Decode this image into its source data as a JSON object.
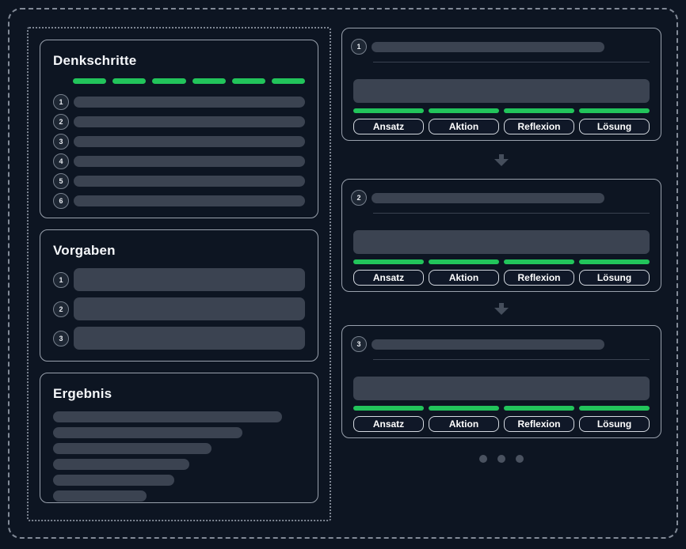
{
  "theme": {
    "background": "#0d1522",
    "accent_green": "#22c45b",
    "skeleton_gray": "#3b4351",
    "card_border": "#99a1ad",
    "button_border": "#d4d9e0",
    "frame_border": "#828a97",
    "muted_gray": "#4a5260"
  },
  "left_panel": {
    "denkschritte": {
      "title": "Denkschritte",
      "progress_segment_count": 6,
      "steps": [
        {
          "number": "1"
        },
        {
          "number": "2"
        },
        {
          "number": "3"
        },
        {
          "number": "4"
        },
        {
          "number": "5"
        },
        {
          "number": "6"
        }
      ]
    },
    "vorgaben": {
      "title": "Vorgaben",
      "items": [
        {
          "number": "1"
        },
        {
          "number": "2"
        },
        {
          "number": "3"
        }
      ]
    },
    "ergebnis": {
      "title": "Ergebnis",
      "line_count": 6
    }
  },
  "right_panel": {
    "cards": [
      {
        "number": "1",
        "buttons": [
          "Ansatz",
          "Aktion",
          "Reflexion",
          "Lösung"
        ]
      },
      {
        "number": "2",
        "buttons": [
          "Ansatz",
          "Aktion",
          "Reflexion",
          "Lösung"
        ]
      },
      {
        "number": "3",
        "buttons": [
          "Ansatz",
          "Aktion",
          "Reflexion",
          "Lösung"
        ]
      }
    ],
    "pagination_dot_count": 3
  },
  "icons": {
    "flow_arrow": "arrow-down-icon",
    "pagination": "dot-icon"
  }
}
